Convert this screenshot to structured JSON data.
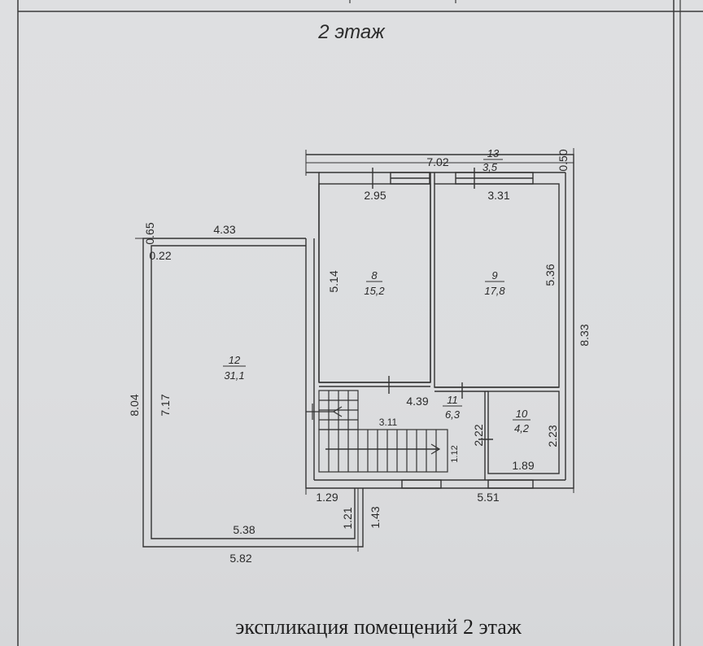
{
  "floor_title": "2 этаж",
  "caption": "экспликация помещений 2 этаж",
  "rooms": [
    {
      "number": "8",
      "area": "15,2"
    },
    {
      "number": "9",
      "area": "17,8"
    },
    {
      "number": "10",
      "area": "4,2"
    },
    {
      "number": "11",
      "area": "6,3"
    },
    {
      "number": "12",
      "area": "31,1"
    },
    {
      "number": "13",
      "area": "3,5"
    }
  ],
  "dimensions": {
    "top_total": "7.02",
    "top_right": "0.50",
    "room8_width": "2.95",
    "room9_width": "3.31",
    "room12_top": "4.33",
    "left_top_a": "0.65",
    "left_top_b": "0.22",
    "room8_height": "5.14",
    "room9_height": "5.36",
    "right_total": "8.33",
    "left_total": "8.04",
    "room12_height": "7.17",
    "hall_width": "4.39",
    "stair_width": "3.11",
    "room10_height_left": "2.22",
    "room10_height_right": "2.23",
    "stair_step": "1.12",
    "room10_width": "1.89",
    "bottom_right": "5.51",
    "notch_width": "1.29",
    "notch_inner": "1.21",
    "notch_outer": "1.43",
    "room12_bottom": "5.38",
    "bottom_total": "5.82"
  }
}
